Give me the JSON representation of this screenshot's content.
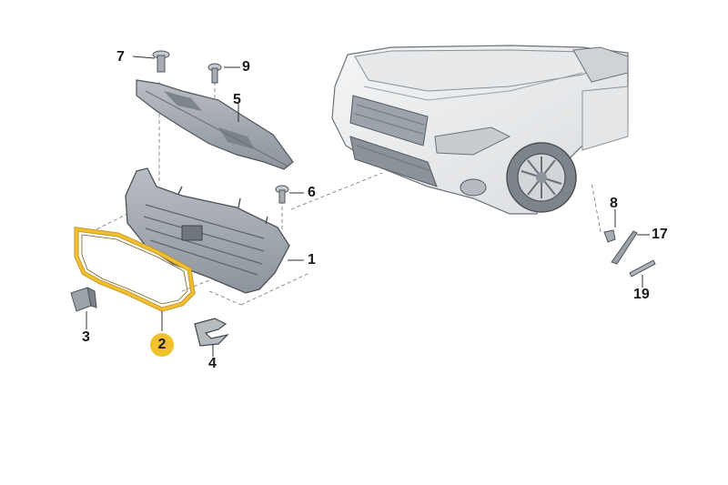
{
  "callouts": {
    "c1": "1",
    "c2": "2",
    "c3": "3",
    "c4": "4",
    "c5": "5",
    "c6": "6",
    "c7": "7",
    "c8": "8",
    "c9": "9",
    "c17": "17",
    "c19": "19"
  },
  "highlight_color": "#f2c12e",
  "highlighted_part": "2"
}
